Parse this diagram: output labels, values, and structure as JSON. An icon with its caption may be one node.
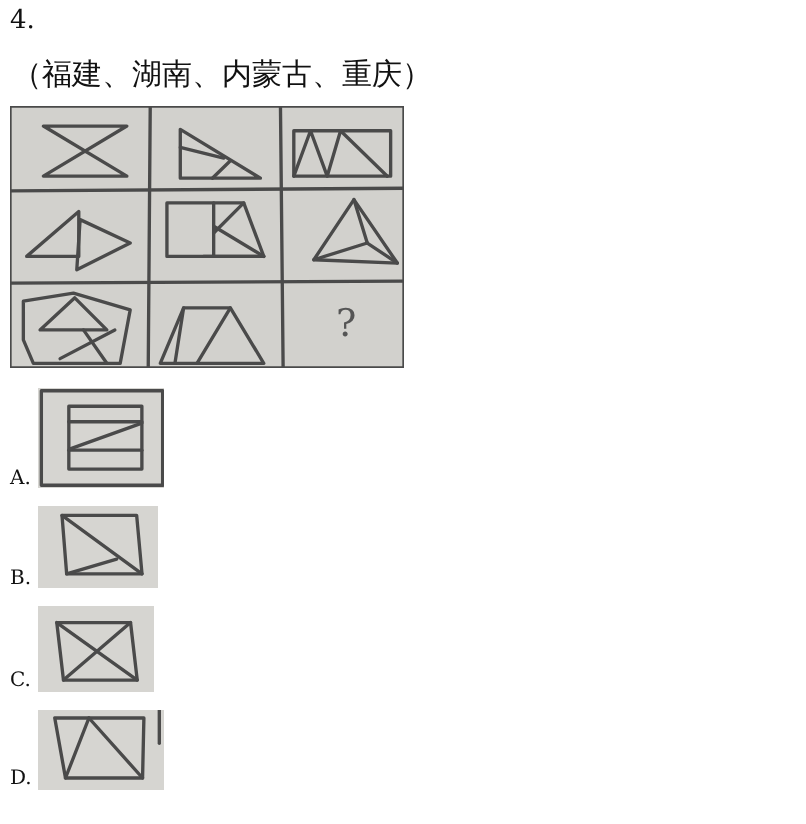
{
  "diagram": {
    "labels": [
      "4.",
      "（福建、湖南、内蒙古、重庆）",
      "?",
      "A.",
      "B.",
      "C.",
      "D."
    ]
  }
}
